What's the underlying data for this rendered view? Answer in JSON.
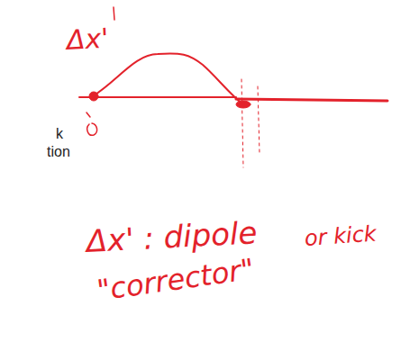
{
  "diagram": {
    "labels": [
      "Δx'",
      "k",
      "tion",
      "Δx' : dipole",
      "or kick",
      "\"corrector\""
    ]
  }
}
